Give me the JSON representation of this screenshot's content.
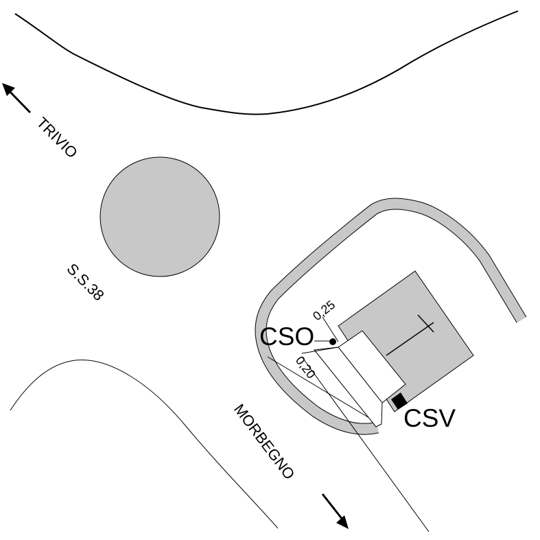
{
  "directions": {
    "trivio": "TRIVIO",
    "morbegno": "MORBEGNO"
  },
  "road": {
    "name": "S.S.38"
  },
  "points": {
    "cso": "CSO",
    "csv": "CSV"
  },
  "dimensions": {
    "top_offset": "0,25",
    "side_offset": "0,20"
  },
  "colors": {
    "line": "#000000",
    "fill_gray": "#c8c8c8",
    "background": "#ffffff"
  },
  "icons": {
    "trivio_arrow": "arrow-up-left-icon",
    "morbegno_arrow": "arrow-down-right-icon",
    "cross": "cross-icon",
    "measure_point": "dot-icon"
  }
}
